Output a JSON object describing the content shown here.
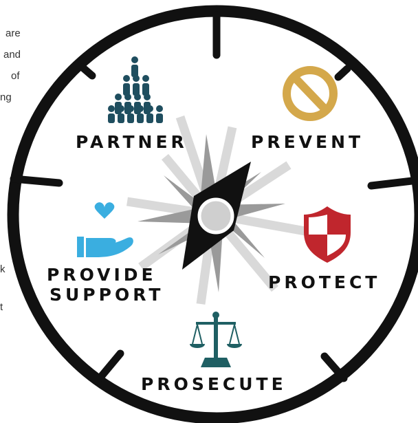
{
  "side_fragments": [
    "are",
    "and",
    "of",
    "ng",
    "k",
    "t"
  ],
  "labels": {
    "partner": "PARTNER",
    "prevent": "PREVENT",
    "provide_line1": "PROVIDE",
    "provide_line2": "SUPPORT",
    "protect": "PROTECT",
    "prosecute": "PROSECUTE"
  },
  "colors": {
    "ring": "#111111",
    "partner_icon": "#1f4e5f",
    "prevent_icon": "#d4a84b",
    "support_icon": "#3aaee0",
    "heart": "#3aaee0",
    "protect_icon": "#c0262d",
    "prosecute_icon": "#1f5f63",
    "needle": "#111111",
    "rays_light": "#d9d9d9",
    "rays_dark": "#9a9a9a"
  },
  "icons": {
    "partner": "people-pyramid-icon",
    "prevent": "prohibited-icon",
    "support": "hand-heart-icon",
    "protect": "shield-icon",
    "prosecute": "scales-icon"
  }
}
